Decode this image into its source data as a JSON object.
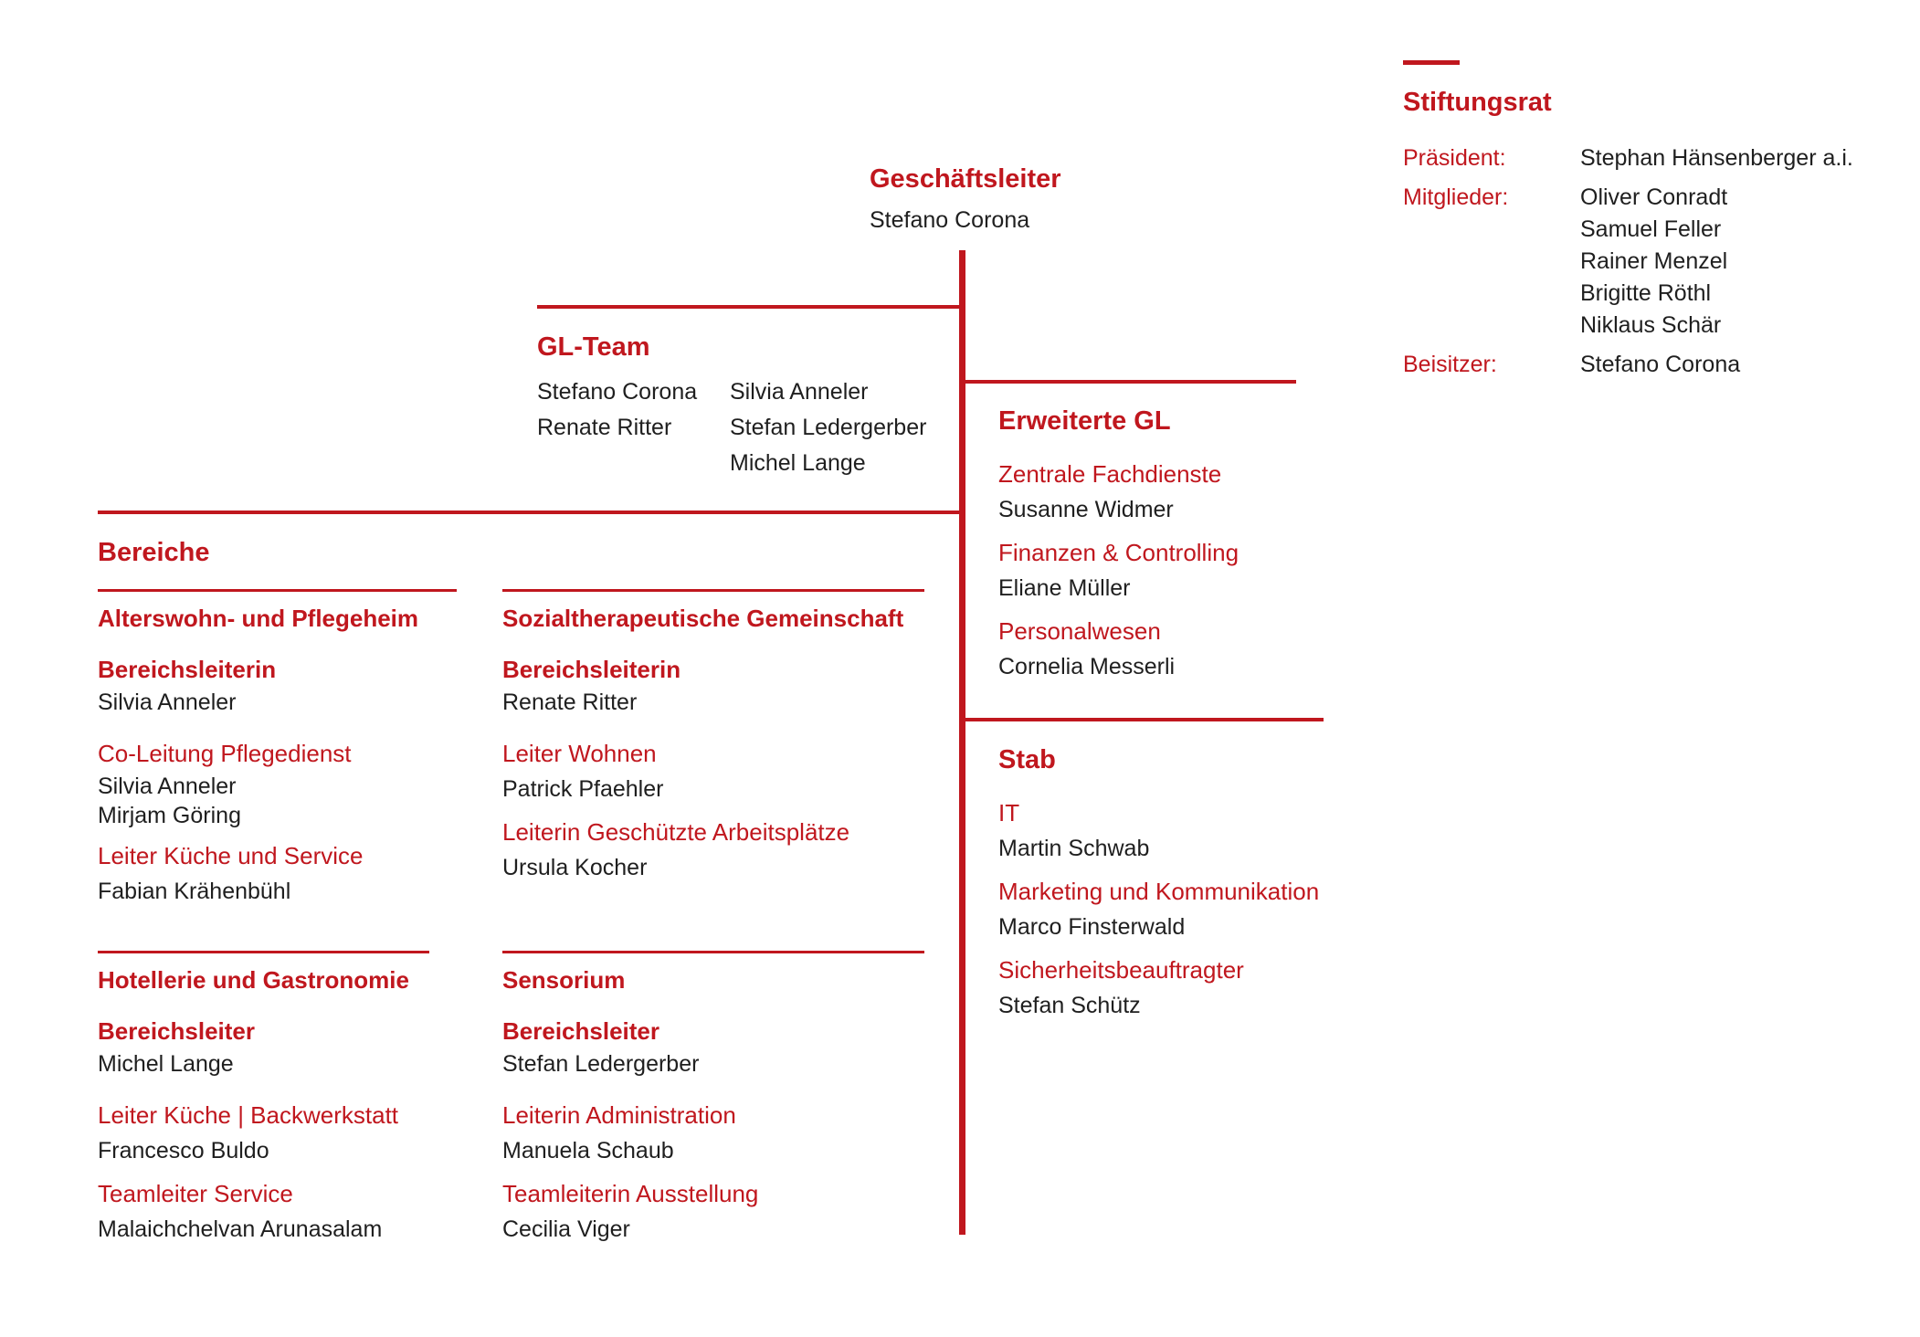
{
  "colors": {
    "accent": "#c0171e",
    "text": "#1f1f1f"
  },
  "stiftungsrat": {
    "title": "Stiftungsrat",
    "praesident_label": "Präsident:",
    "praesident": "Stephan Hänsenberger a.i.",
    "mitglieder_label": "Mitglieder:",
    "mitglieder": [
      "Oliver Conradt",
      "Samuel Feller",
      "Rainer Menzel",
      "Brigitte Röthl",
      "Niklaus Schär"
    ],
    "beisitzer_label": "Beisitzer:",
    "beisitzer": "Stefano Corona"
  },
  "geschaeftsleiter": {
    "title": "Geschäftsleiter",
    "name": "Stefano Corona"
  },
  "gl_team": {
    "title": "GL-Team",
    "col1": [
      "Stefano Corona",
      "Renate Ritter"
    ],
    "col2": [
      "Silvia Anneler",
      "Stefan Ledergerber",
      "Michel Lange"
    ]
  },
  "erweiterte_gl": {
    "title": "Erweiterte GL",
    "items": [
      {
        "role": "Zentrale Fachdienste",
        "name": "Susanne Widmer"
      },
      {
        "role": "Finanzen & Controlling",
        "name": "Eliane Müller"
      },
      {
        "role": "Personalwesen",
        "name": "Cornelia Messerli"
      }
    ]
  },
  "stab": {
    "title": "Stab",
    "items": [
      {
        "role": "IT",
        "name": "Martin Schwab"
      },
      {
        "role": "Marketing und Kommunikation",
        "name": "Marco Finsterwald"
      },
      {
        "role": "Sicherheitsbeauftragter",
        "name": "Stefan Schütz"
      }
    ]
  },
  "bereiche": {
    "title": "Bereiche",
    "alterswohn": {
      "title": "Alterswohn- und Pflegeheim",
      "items": [
        {
          "role": "Bereichsleiterin",
          "names": [
            "Silvia Anneler"
          ]
        },
        {
          "role": "Co-Leitung Pflegedienst",
          "names": [
            "Silvia Anneler",
            "Mirjam Göring"
          ]
        },
        {
          "role": "Leiter Küche und Service",
          "names": [
            "Fabian Krähenbühl"
          ]
        }
      ]
    },
    "sozial": {
      "title": "Sozialtherapeutische Gemeinschaft",
      "items": [
        {
          "role": "Bereichsleiterin",
          "names": [
            "Renate Ritter"
          ]
        },
        {
          "role": "Leiter Wohnen",
          "names": [
            "Patrick Pfaehler"
          ]
        },
        {
          "role": "Leiterin Geschützte Arbeitsplätze",
          "names": [
            "Ursula Kocher"
          ]
        }
      ]
    },
    "hotellerie": {
      "title": "Hotellerie und Gastronomie",
      "items": [
        {
          "role": "Bereichsleiter",
          "names": [
            "Michel Lange"
          ]
        },
        {
          "role": "Leiter Küche | Backwerkstatt",
          "names": [
            "Francesco Buldo"
          ]
        },
        {
          "role": "Teamleiter Service",
          "names": [
            "Malaichchelvan Arunasalam"
          ]
        }
      ]
    },
    "sensorium": {
      "title": "Sensorium",
      "items": [
        {
          "role": "Bereichsleiter",
          "names": [
            "Stefan Ledergerber"
          ]
        },
        {
          "role": "Leiterin Administration",
          "names": [
            "Manuela Schaub"
          ]
        },
        {
          "role": "Teamleiterin Ausstellung",
          "names": [
            "Cecilia Viger"
          ]
        }
      ]
    }
  }
}
